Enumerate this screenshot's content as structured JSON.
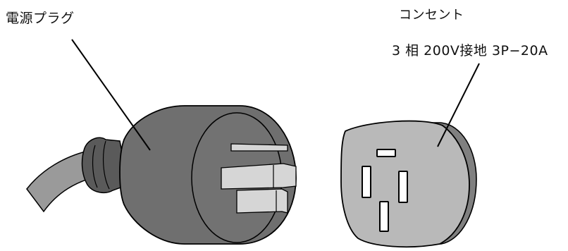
{
  "labels": {
    "plug": "電源プラグ",
    "outlet": "コンセント",
    "spec": "3 相 200V接地 3P−20A"
  },
  "colors": {
    "plug_body": "#6f6f6f",
    "plug_dark": "#555555",
    "cable": "#9a9a9a",
    "prong": "#d6d6d6",
    "outlet_face": "#b9b9b9",
    "outlet_rim": "#808080",
    "slot": "#ffffff",
    "leader_line": "#000000"
  }
}
